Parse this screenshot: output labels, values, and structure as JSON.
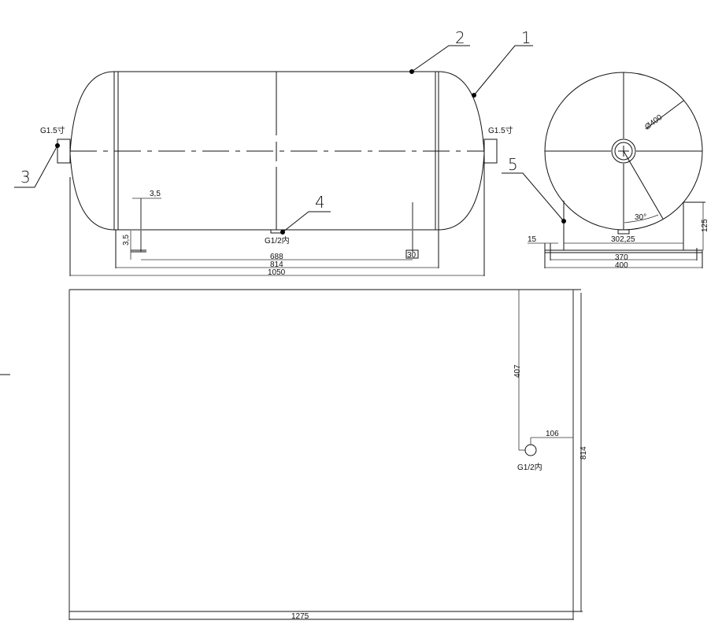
{
  "drawing": {
    "side_view": {
      "labels": {
        "left_port": "G1.5寸",
        "right_port": "G1.5寸",
        "bottom_port": "G1/2内"
      },
      "dimensions": {
        "support_plate_w": "3,5",
        "support_plate_h": "3,5",
        "support_gap": "30",
        "inner_span": "688",
        "support_span": "814",
        "overall_length": "1050"
      },
      "callouts": [
        "1",
        "2",
        "3",
        "4"
      ]
    },
    "end_view": {
      "dimensions": {
        "diameter": "Ø400",
        "angle": "30°",
        "saddle_width": "302,25",
        "saddle_height": "125",
        "base_offset": "15",
        "base_inner": "370",
        "base_outer": "400"
      },
      "callouts": [
        "5"
      ]
    },
    "plan_view": {
      "labels": {
        "port": "G1/2内"
      },
      "dimensions": {
        "port_from_top": "407",
        "port_from_right": "106",
        "width": "814",
        "length": "1275"
      }
    }
  }
}
